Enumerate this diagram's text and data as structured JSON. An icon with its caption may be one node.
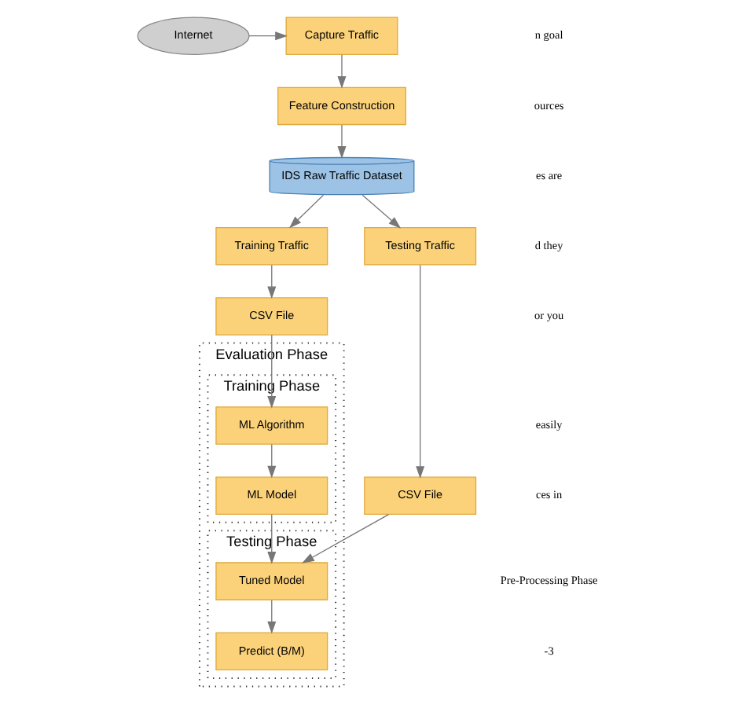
{
  "diagram": {
    "nodes": [
      {
        "text": [
          "Capture Traffic"
        ]
      },
      {
        "text": [
          "Feature Construction"
        ]
      },
      {
        "text": [
          "IDS Raw Traffic Dataset"
        ]
      },
      {
        "text": [
          "Internet"
        ]
      },
      {
        "text": [
          "Training Traffic"
        ]
      },
      {
        "text": [
          "Testing Traffic"
        ]
      },
      {
        "text": [
          "CSV File"
        ]
      },
      {
        "text": [
          "CSV File"
        ]
      },
      {
        "text": [
          "Evaluation Phase"
        ]
      },
      {
        "text": [
          "Training Phase"
        ],
        "in": 8
      },
      {
        "text": [
          "ML Algorithm"
        ],
        "in": 9
      },
      {
        "text": [
          "ML Model"
        ],
        "in": 9
      },
      {
        "text": [
          "Testing Phase"
        ],
        "in": 8
      },
      {
        "text": [
          "Tuned Model"
        ],
        "in": 12
      },
      {
        "text": [
          "Predict (B/M)"
        ],
        "in": 12
      }
    ],
    "edges": [
      {
        "from": 3,
        "to": 0,
        "arrow": "to"
      },
      {
        "from": 0,
        "to": 1,
        "arrow": "to"
      },
      {
        "from": 1,
        "to": 2,
        "arrow": "to"
      },
      {
        "from": 2,
        "to": 4,
        "arrow": "to"
      },
      {
        "from": 2,
        "to": 5,
        "arrow": "to"
      },
      {
        "from": 4,
        "to": 6,
        "arrow": "to"
      },
      {
        "from": 5,
        "to": 7,
        "arrow": "to"
      },
      {
        "from": 6,
        "to": 10,
        "arrow": "to"
      },
      {
        "from": 7,
        "to": 13,
        "arrow": "to"
      },
      {
        "from": 10,
        "to": 11,
        "arrow": "to"
      },
      {
        "from": 11,
        "to": 13,
        "arrow": "to"
      },
      {
        "from": 13,
        "to": 14,
        "arrow": "to"
      }
    ],
    "labels": [
      "n goal",
      "ources",
      "es are",
      "d they",
      "or you",
      "easily",
      "ces in",
      "Pre-Processing Phase",
      "-3"
    ]
  }
}
